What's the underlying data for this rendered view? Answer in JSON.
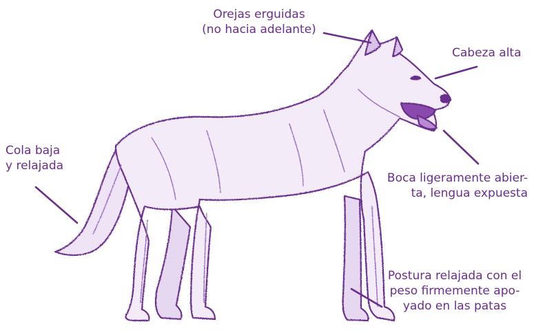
{
  "colors": {
    "ink": "#6a2d8c",
    "fill": "#f1e9f7",
    "shade": "#d8c2e8"
  },
  "illustration": "dog-figure",
  "labels": {
    "ears": {
      "line1": "Orejas erguidas",
      "line2": "(no hacia adelante)"
    },
    "head": {
      "line1": "Cabeza alta"
    },
    "tail": {
      "line1": "Cola baja",
      "line2": "y relajada"
    },
    "mouth": {
      "line1": "Boca ligeramente abier-",
      "line2": "ta, lengua expuesta"
    },
    "stance": {
      "line1": "Postura relajada con el",
      "line2": "peso firmemente apo-",
      "line3": "yado en las patas"
    }
  }
}
